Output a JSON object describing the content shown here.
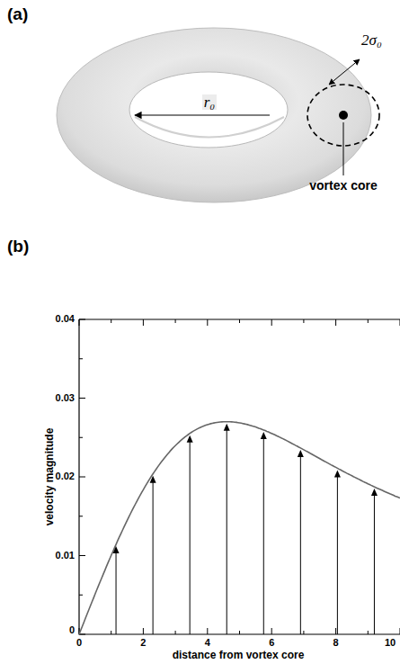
{
  "diagram": {
    "labels": [
      "(a)",
      "r₀",
      "2σ₀",
      "vortex core",
      "(b)",
      "0.04",
      "0.03",
      "0.02",
      "0.01",
      "0",
      "0",
      "2",
      "4",
      "6",
      "8",
      "10",
      "velocity magnitude",
      "distance from vortex core"
    ]
  }
}
